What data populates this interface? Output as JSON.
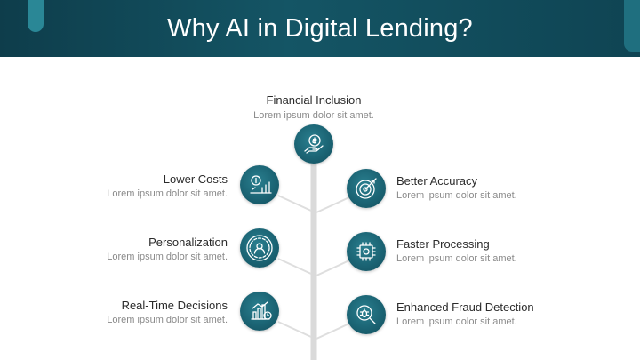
{
  "slide": {
    "title": "Why AI in Digital Lending?"
  },
  "top": {
    "title": "Financial Inclusion",
    "desc": "Lorem ipsum dolor sit amet.",
    "icon": "hand-coin-icon"
  },
  "left": [
    {
      "title": "Lower Costs",
      "desc": "Lorem ipsum dolor sit amet.",
      "icon": "cost-chart-icon"
    },
    {
      "title": "Personalization",
      "desc": "Lorem ipsum dolor sit amet.",
      "icon": "user-gear-icon"
    },
    {
      "title": "Real-Time Decisions",
      "desc": "Lorem ipsum dolor sit amet.",
      "icon": "bar-chart-clock-icon"
    }
  ],
  "right": [
    {
      "title": "Better Accuracy",
      "desc": "Lorem ipsum dolor sit amet.",
      "icon": "target-icon"
    },
    {
      "title": "Faster Processing",
      "desc": "Lorem ipsum dolor sit amet.",
      "icon": "processor-gear-icon"
    },
    {
      "title": "Enhanced Fraud Detection",
      "desc": "Lorem ipsum dolor sit amet.",
      "icon": "magnifier-bug-icon"
    }
  ],
  "colors": {
    "header": "#145565",
    "node": "#1b6474",
    "trunk": "#d8d8d8",
    "accent": "#2a8796"
  }
}
